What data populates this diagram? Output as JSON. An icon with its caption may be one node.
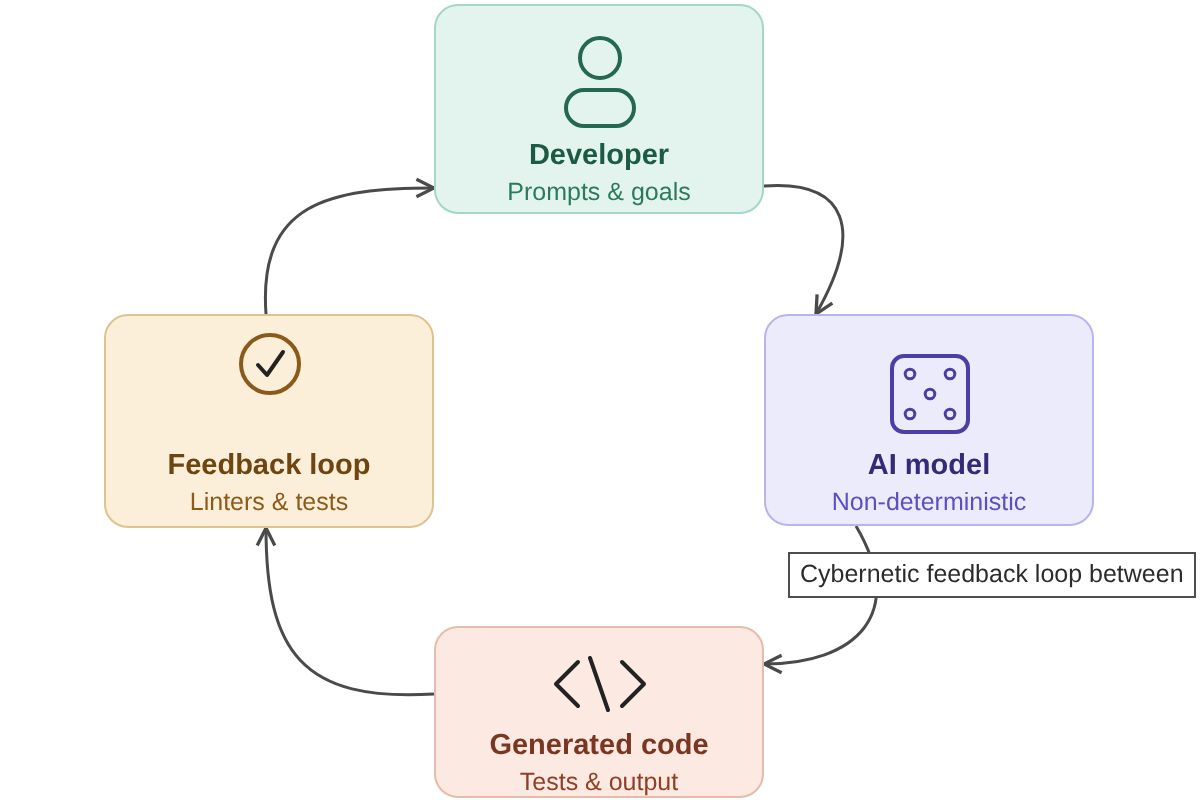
{
  "diagram": {
    "nodes": [
      {
        "text": [
          "Developer",
          "Prompts & goals"
        ]
      },
      {
        "text": [
          "Feedback loop",
          "Linters & tests"
        ]
      },
      {
        "text": [
          "AI model",
          "Non-deterministic"
        ]
      },
      {
        "text": [
          "Generated code",
          "Tests & output"
        ]
      }
    ],
    "edges": [
      {
        "from": 0,
        "to": 2,
        "arrow": "to"
      },
      {
        "from": 2,
        "to": 3,
        "arrow": "to"
      },
      {
        "from": 3,
        "to": 1,
        "arrow": "to"
      },
      {
        "from": 1,
        "to": 0,
        "arrow": "to"
      }
    ],
    "labels": [
      "Cybernetic feedback loop between"
    ]
  }
}
